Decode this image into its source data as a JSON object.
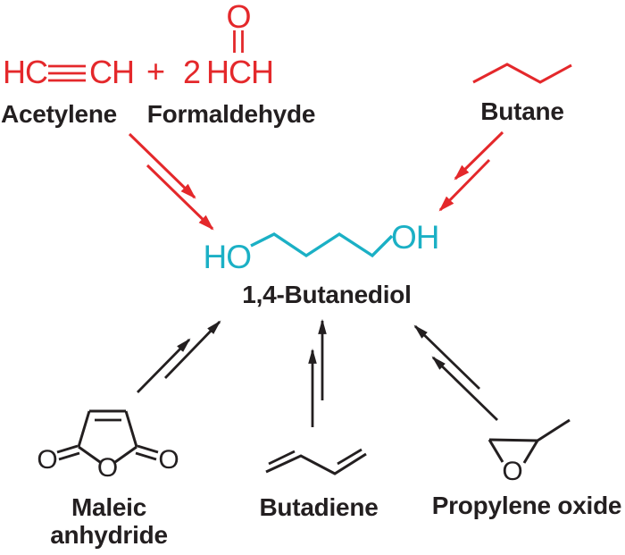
{
  "colors": {
    "red": "#e4282b",
    "cyan": "#1bb0c5",
    "black": "#231f20"
  },
  "reactants_top": {
    "acetylene": {
      "name": "Acetylene",
      "formula_left": "HC",
      "formula_right": "CH"
    },
    "plus_sign": "+",
    "formaldehyde": {
      "name": "Formaldehyde",
      "coefficient": "2",
      "formula": "HCH",
      "oxygen": "O"
    },
    "butane": {
      "name": "Butane"
    }
  },
  "product": {
    "ho_group": "HO",
    "oh_group": "OH",
    "name": "1,4-Butanediol"
  },
  "reactants_bottom": {
    "maleic_anhydride": {
      "name_line1": "Maleic",
      "name_line2": "anhydride",
      "oxygen_left": "O",
      "oxygen_right": "O",
      "oxygen_ring": "O"
    },
    "butadiene": {
      "name": "Butadiene"
    },
    "propylene_oxide": {
      "name": "Propylene oxide",
      "oxygen": "O"
    }
  }
}
